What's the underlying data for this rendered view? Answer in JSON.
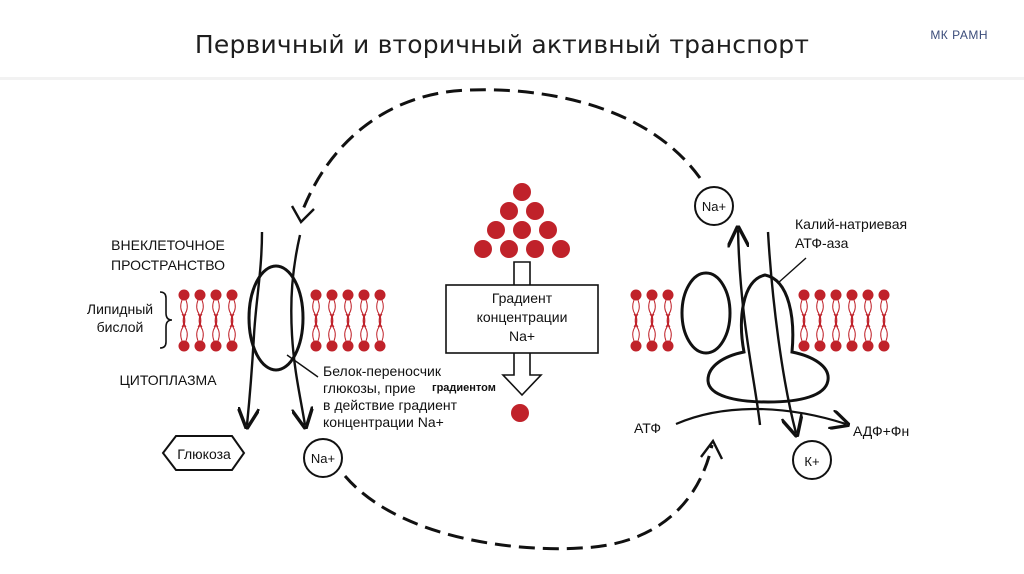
{
  "slide": {
    "title": "Первичный и вторичный активный транспорт",
    "brand": "МК РАМН"
  },
  "diagram": {
    "extracellular": [
      "ВНЕКЛЕТОЧНОЕ",
      "ПРОСТРАНСТВО"
    ],
    "lipid_bilayer": [
      "Липидный",
      "бислой"
    ],
    "cytoplasm": "ЦИТОПЛАЗМА",
    "carrier": [
      "Белок-переносчик",
      "глюкозы, прие",
      "в действие градиент",
      "концентрации Na+"
    ],
    "carrier_overlay": "градиентом",
    "glucose": "Глюкоза",
    "gradient": [
      "Градиент",
      "концентрации",
      "Na+"
    ],
    "na_top": "Na+",
    "na_bottom": "Na+",
    "pump": [
      "Калий-натриевая",
      "АТФ-аза"
    ],
    "atp": "АТФ",
    "adp": "АДФ+Фн",
    "k_ion": "К+"
  }
}
